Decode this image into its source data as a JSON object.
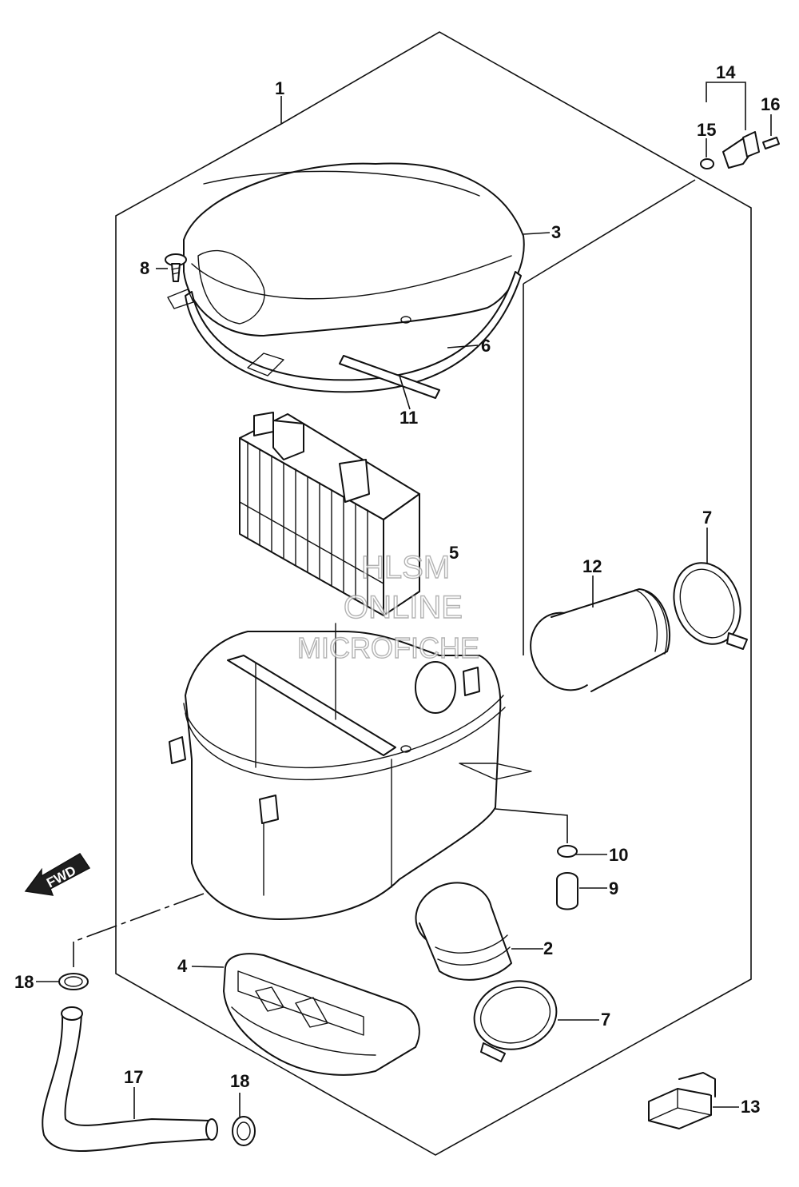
{
  "callouts": {
    "c1": "1",
    "c2": "2",
    "c3": "3",
    "c4": "4",
    "c5": "5",
    "c6": "6",
    "c7a": "7",
    "c7b": "7",
    "c8": "8",
    "c9": "9",
    "c10": "10",
    "c11": "11",
    "c12": "12",
    "c13": "13",
    "c14": "14",
    "c15": "15",
    "c16": "16",
    "c17": "17",
    "c18a": "18",
    "c18b": "18"
  },
  "direction_label": "FWD",
  "watermark": {
    "line1": "HLSM",
    "line2": "ONLINE",
    "line3": "MICROFICHE"
  }
}
